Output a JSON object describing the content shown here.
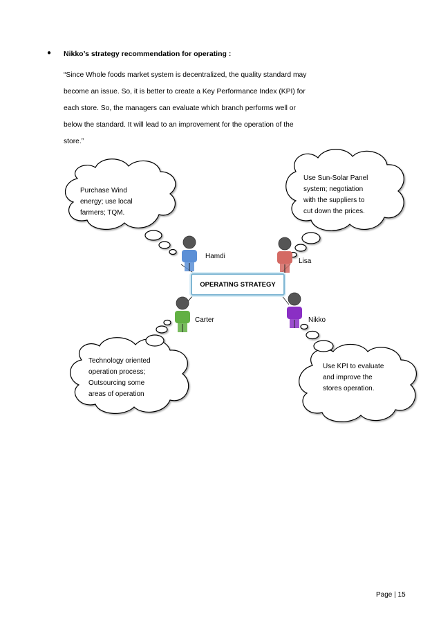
{
  "heading": "Nikko’s strategy recommendation for operating :",
  "paragraph_lines": [
    "“Since Whole foods market system is decentralized, the quality standard may",
    "become an issue. So, it is better to create a Key Performance Index (KPI) for",
    "each store. So, the managers can evaluate which branch performs well or",
    "below the standard. It will lead to an improvement for the operation of the",
    "store.”"
  ],
  "diagram": {
    "center_label": "OPERATING STRATEGY",
    "people": [
      {
        "name": "Hamdi",
        "color": "#5b8fd6"
      },
      {
        "name": "Lisa",
        "color": "#d46a64"
      },
      {
        "name": "Carter",
        "color": "#62b043"
      },
      {
        "name": "Nikko",
        "color": "#8a2fc4"
      }
    ],
    "clouds": [
      {
        "lines": [
          "Purchase Wind",
          "energy; use local",
          "farmers; TQM."
        ]
      },
      {
        "lines": [
          "Use Sun-Solar Panel",
          "system; negotiation",
          "with the suppliers to",
          "cut down the prices."
        ]
      },
      {
        "lines": [
          "Technology oriented",
          "operation process;",
          "Outsourcing some",
          "areas of operation"
        ]
      },
      {
        "lines": [
          "Use KPI to evaluate",
          "and improve the",
          "stores operation."
        ]
      }
    ]
  },
  "footer": "Page | 15"
}
